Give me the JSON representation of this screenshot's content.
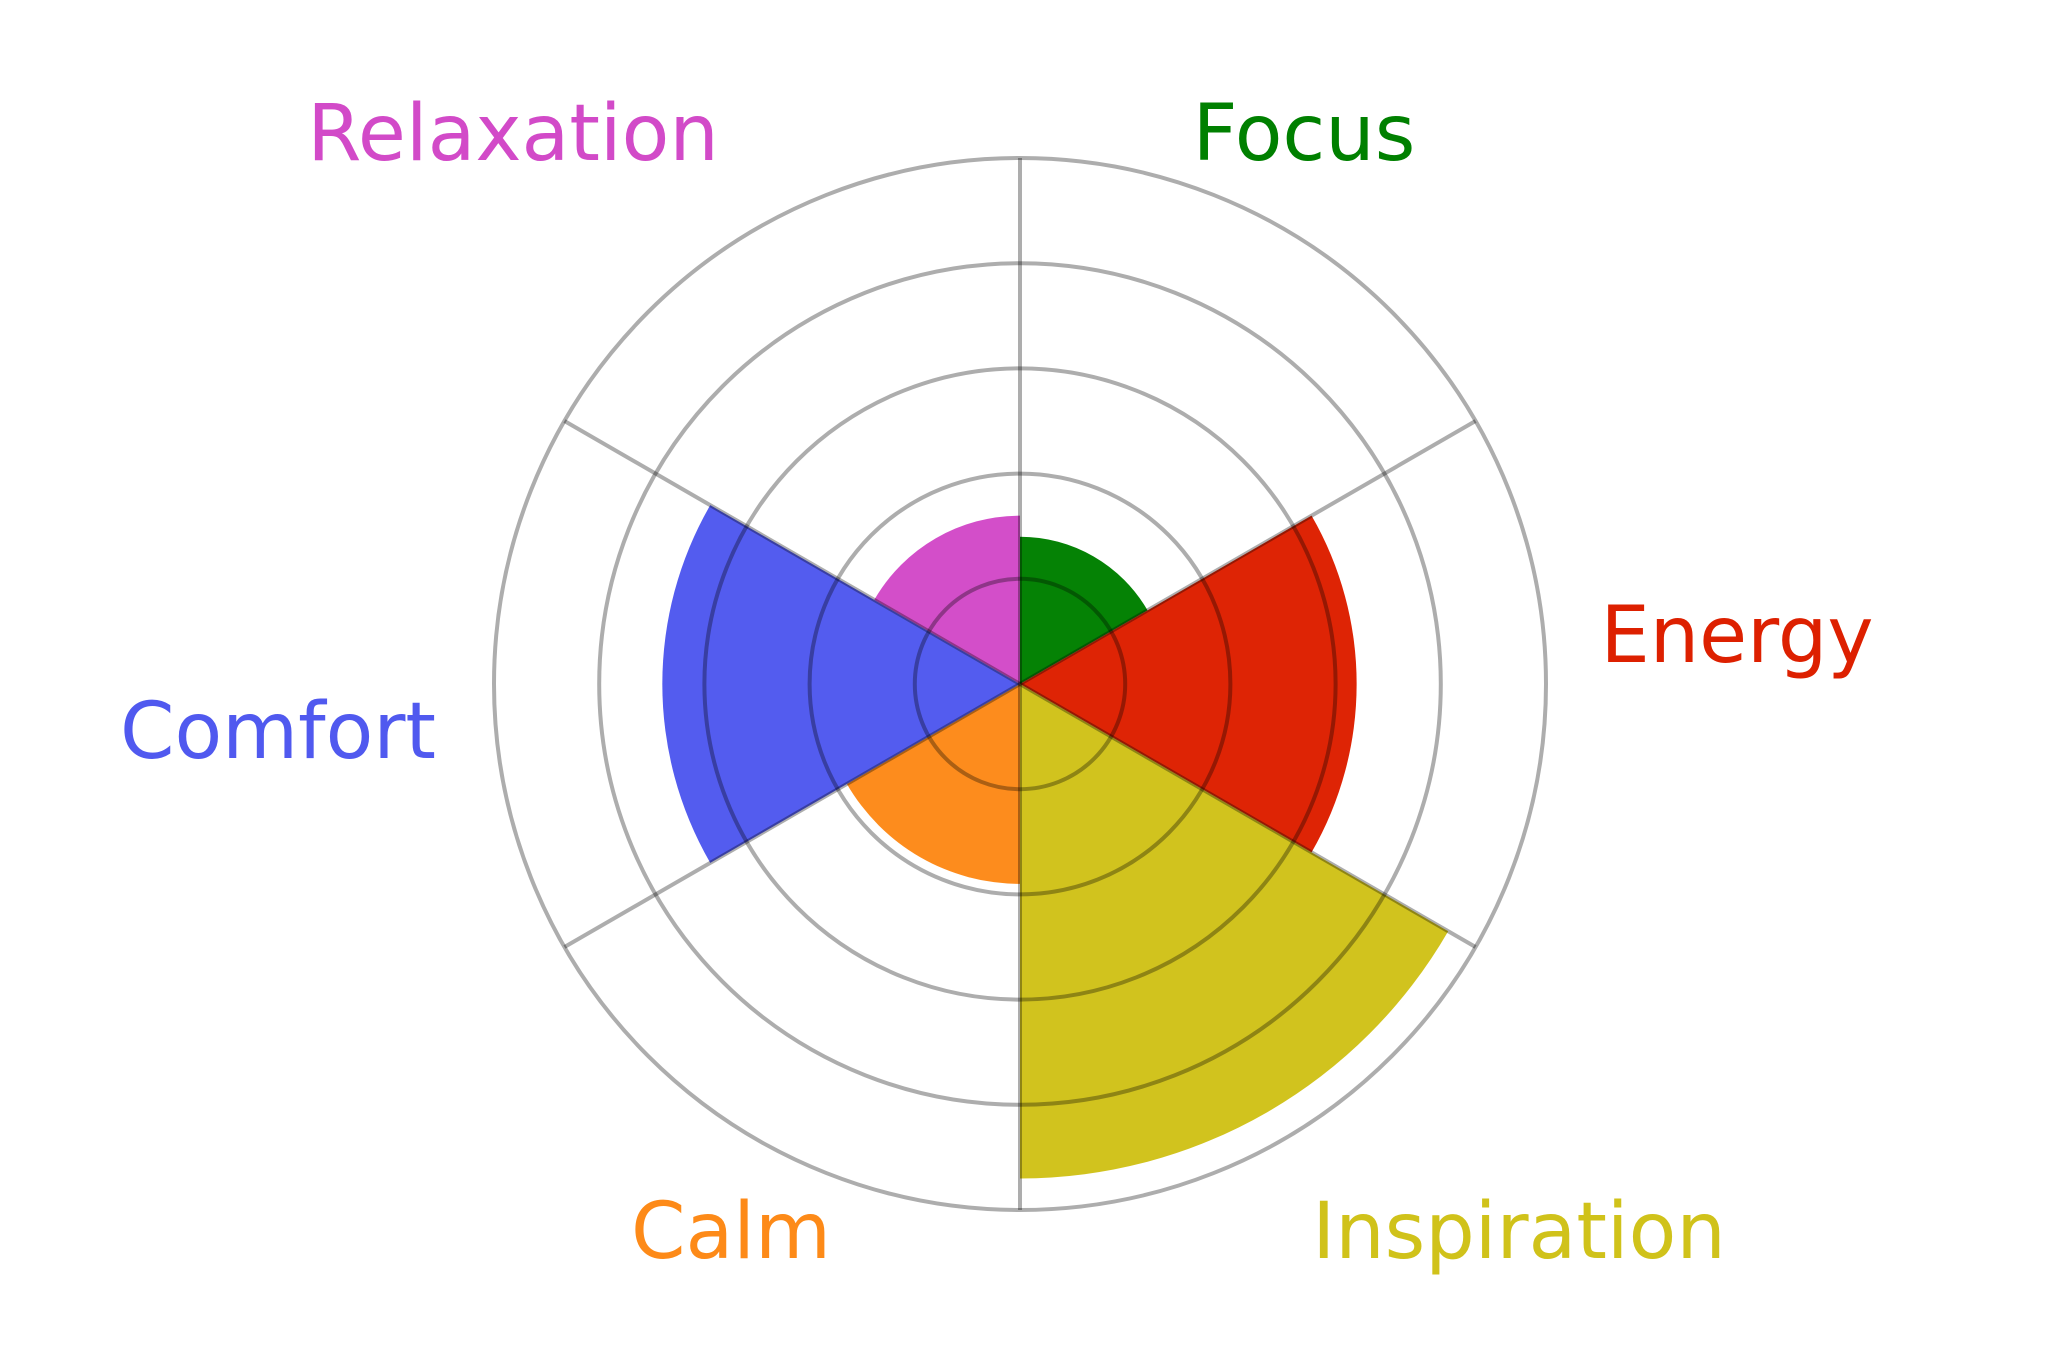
{
  "chart_data": {
    "type": "polar-bar",
    "title": "",
    "rlim": [
      0,
      5
    ],
    "rings": [
      1,
      2,
      3,
      4,
      5
    ],
    "grid": true,
    "categories": [
      "Focus",
      "Energy",
      "Inspiration",
      "Calm",
      "Comfort",
      "Relaxation"
    ],
    "values": [
      1.4,
      3.2,
      4.7,
      1.9,
      3.4,
      1.6
    ],
    "colors": [
      "#008000",
      "#dd2000",
      "#d0c21a",
      "#fd8a18",
      "#5059ef",
      "#d24ac8"
    ]
  }
}
